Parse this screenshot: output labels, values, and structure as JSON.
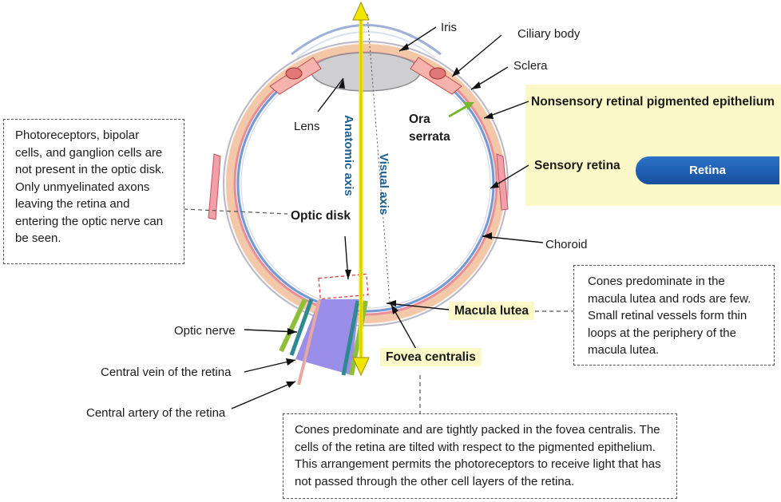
{
  "labels": {
    "iris": "Iris",
    "ciliary_body": "Ciliary body",
    "sclera": "Sclera",
    "lens": "Lens",
    "ora_serrata_1": "Ora",
    "ora_serrata_2": "serrata",
    "nonsensory": "Nonsensory retinal pigmented epithelium",
    "sensory": "Sensory retina",
    "retina": "Retina",
    "optic_disk": "Optic disk",
    "anatomic_axis": "Anatomic axis",
    "visual_axis": "Visual axis",
    "choroid": "Choroid",
    "macula_lutea": "Macula lutea",
    "fovea_centralis": "Fovea centralis",
    "optic_nerve": "Optic nerve",
    "central_vein": "Central vein of the retina",
    "central_artery": "Central artery of the retina"
  },
  "notes": {
    "optic_disk": [
      "Photoreceptors, bipolar",
      "cells, and ganglion cells are",
      "not present in the optic disk.",
      "Only unmyelinated axons",
      "leaving the retina and",
      "entering the optic nerve can",
      "be seen."
    ],
    "macula": [
      "Cones predominate in the",
      "macula lutea and rods are few.",
      "Small retinal vessels form thin",
      "loops at the periphery of the",
      "macula lutea."
    ],
    "fovea": [
      "Cones predominate and are tightly packed in the fovea centralis. The",
      "cells of the retina are tilted with respect to the pigmented epithelium.",
      "This arrangement permits the photoreceptors to receive light that has",
      "not passed through the other cell layers of the retina."
    ]
  },
  "colors": {
    "highlight": "#fcf8c8",
    "axis_text": "#1f5f8f",
    "retina_badge": "#2169c2",
    "axis_arrow": "#f2e600"
  }
}
